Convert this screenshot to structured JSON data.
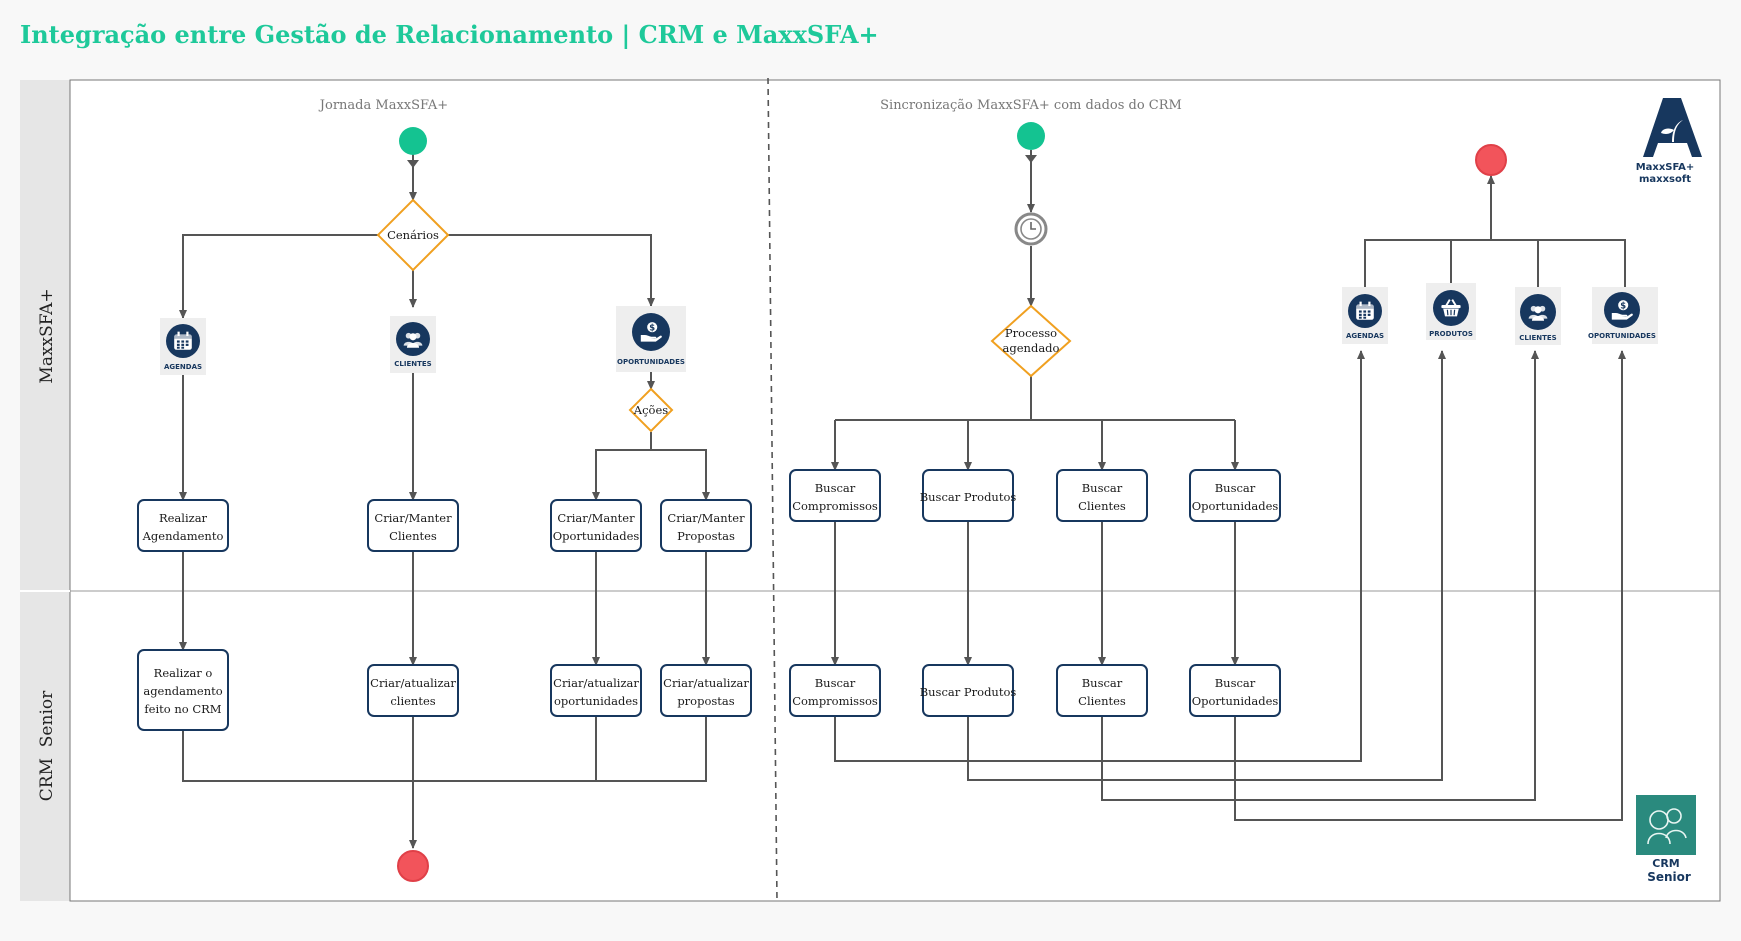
{
  "title": "Integração entre Gestão de Relacionamento | CRM e MaxxSFA+",
  "colors": {
    "title": "#1ec99a",
    "start_event": "#14c391",
    "end_event": "#f2545b",
    "box_border": "#17375e",
    "gateway_border": "#f0a020",
    "icon_circle": "#17375e",
    "crm_logo_bg": "#2a8a7e"
  },
  "lanes": {
    "top": "MaxxSFA+",
    "bottom": "CRM  Senior"
  },
  "left_section": {
    "title": "Jornada MaxxSFA+",
    "gateway_cenarios": "Cenários",
    "gateway_acoes": "Ações",
    "icons": {
      "agendas": {
        "icon": "calendar-icon",
        "label": "AGENDAS"
      },
      "clientes": {
        "icon": "users-icon",
        "label": "CLIENTES"
      },
      "oportunidades": {
        "icon": "money-hand-icon",
        "label": "OPORTUNIDADES"
      }
    },
    "tasks_top": {
      "realizar_agendamento": [
        "Realizar",
        "Agendamento"
      ],
      "criar_manter_clientes": [
        "Criar/Manter",
        "Clientes"
      ],
      "criar_manter_oportunidades": [
        "Criar/Manter",
        "Oportunidades"
      ],
      "criar_manter_propostas": [
        "Criar/Manter",
        "Propostas"
      ]
    },
    "tasks_bottom": {
      "realizar_agendamento_crm": [
        "Realizar o",
        "agendamento",
        "feito no CRM"
      ],
      "criar_atualizar_clientes": [
        "Criar/atualizar",
        "clientes"
      ],
      "criar_atualizar_oportunidades": [
        "Criar/atualizar",
        "oportunidades"
      ],
      "criar_atualizar_propostas": [
        "Criar/atualizar",
        "propostas"
      ]
    }
  },
  "right_section": {
    "title": "Sincronização MaxxSFA+ com dados do CRM",
    "gateway_processo": [
      "Processo",
      "agendado"
    ],
    "tasks_top": {
      "buscar_compromissos": [
        "Buscar",
        "Compromissos"
      ],
      "buscar_produtos": [
        "Buscar Produtos"
      ],
      "buscar_clientes": [
        "Buscar",
        "Clientes"
      ],
      "buscar_oportunidades": [
        "Buscar",
        "Oportunidades"
      ]
    },
    "tasks_bottom": {
      "buscar_compromissos": [
        "Buscar",
        "Compromissos"
      ],
      "buscar_produtos": [
        "Buscar Produtos"
      ],
      "buscar_clientes": [
        "Buscar",
        "Clientes"
      ],
      "buscar_oportunidades": [
        "Buscar",
        "Oportunidades"
      ]
    },
    "icons": {
      "agendas": {
        "icon": "calendar-icon",
        "label": "AGENDAS"
      },
      "produtos": {
        "icon": "basket-icon",
        "label": "PRODUTOS"
      },
      "clientes": {
        "icon": "users-icon",
        "label": "CLIENTES"
      },
      "oportunidades": {
        "icon": "money-hand-icon",
        "label": "OPORTUNIDADES"
      }
    }
  },
  "logos": {
    "maxx_line1": "MaxxSFA+",
    "maxx_line2": "maxxsoft",
    "crm_line1": "CRM",
    "crm_line2": "Senior"
  }
}
